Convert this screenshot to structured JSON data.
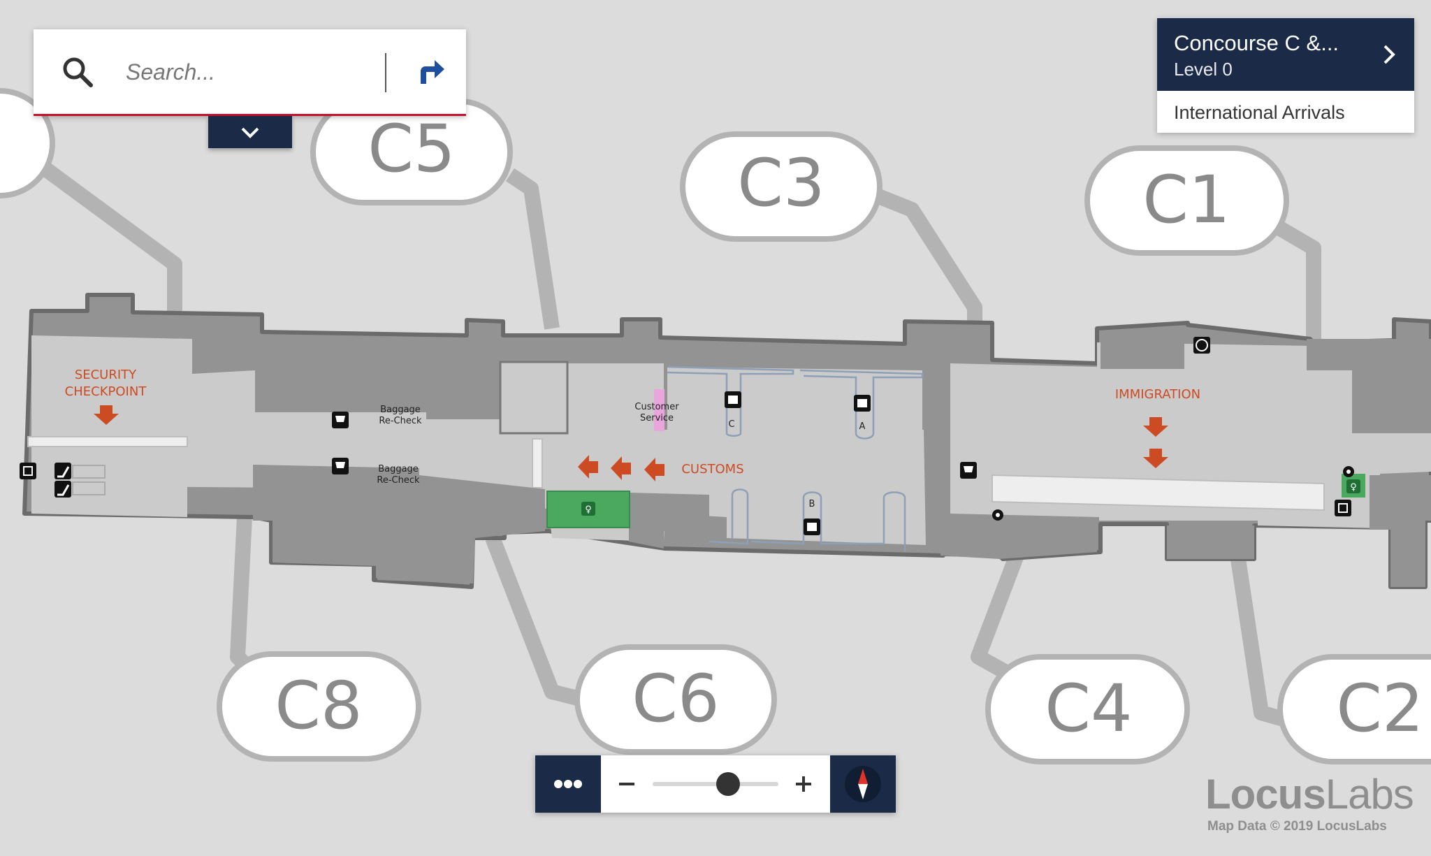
{
  "search": {
    "placeholder": "Search..."
  },
  "level_selector": {
    "building": "Concourse C &...",
    "level": "Level 0",
    "other_level": "International Arrivals"
  },
  "map": {
    "gates": [
      "C5",
      "C3",
      "C1",
      "C8",
      "C6",
      "C4",
      "C2"
    ],
    "labels": {
      "security": [
        "SECURITY",
        "CHECKPOINT"
      ],
      "immigration": "IMMIGRATION",
      "customs": "CUSTOMS",
      "customer_service": [
        "Customer",
        "Service"
      ],
      "baggage_recheck_1": [
        "Baggage",
        "Re-Check"
      ],
      "baggage_recheck_2": [
        "Baggage",
        "Re-Check"
      ],
      "carousel_a": "A",
      "carousel_b": "B",
      "carousel_c": "C"
    },
    "colors": {
      "building": "#939393",
      "corridor": "#cbcbcb",
      "wall": "#6b6b6b",
      "annotation": "#cc4b22",
      "restroom": "#4aa85f",
      "customer_service": "#e8a6dc",
      "bubble_border": "#b3b3b3",
      "connector": "#b3b3b3"
    }
  },
  "controls": {
    "zoom_out": "−",
    "zoom_in": "+",
    "zoom_level": 0.6
  },
  "brand": {
    "name_bold": "Locus",
    "name_light": "Labs",
    "copyright": "Map Data © 2019 LocusLabs"
  }
}
